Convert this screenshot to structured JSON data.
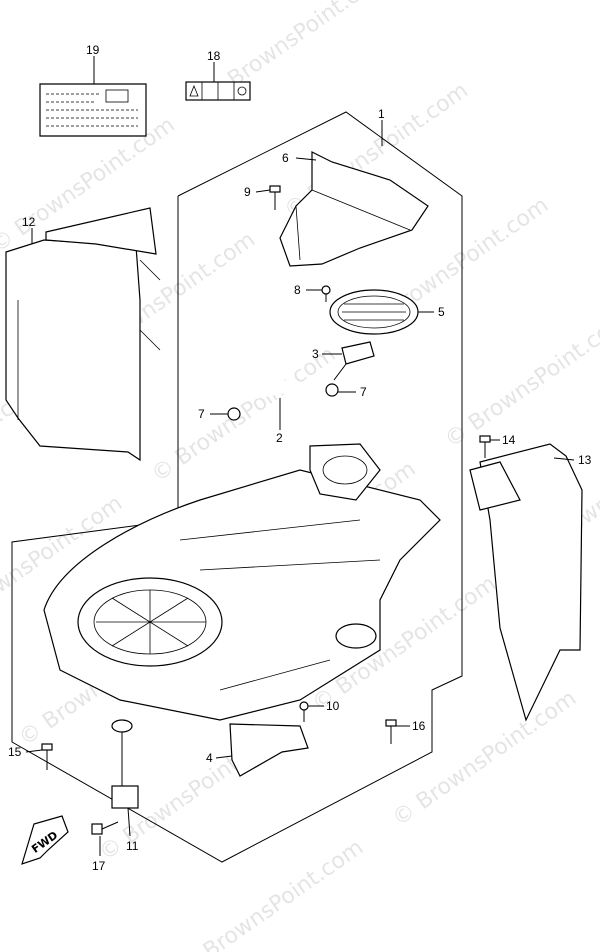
{
  "watermark": "© BrownsPoint.com",
  "fwd_label": "FWD",
  "part_labels": {
    "p1": "1",
    "p2": "2",
    "p3": "3",
    "p4": "4",
    "p5": "5",
    "p6": "6",
    "p7a": "7",
    "p7b": "7",
    "p8": "8",
    "p9": "9",
    "p10": "10",
    "p11": "11",
    "p12": "12",
    "p13": "13",
    "p14": "14",
    "p15": "15",
    "p16": "16",
    "p17": "17",
    "p18": "18",
    "p19": "19"
  },
  "colors": {
    "line": "#000000",
    "background": "#ffffff"
  }
}
